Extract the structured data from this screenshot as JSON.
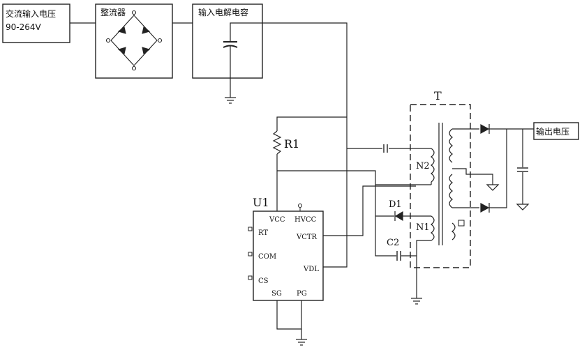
{
  "blocks": {
    "ac_input_label": "交流输入电压",
    "ac_input_range": "90-264V",
    "rectifier_label": "整流器",
    "input_cap_label": "输入电解电容",
    "output_label": "输出电压"
  },
  "components": {
    "transformer": "T",
    "resistor": "R1",
    "ic": "U1",
    "diode": "D1",
    "capacitor": "C2",
    "winding_n2": "N2",
    "winding_n1": "N1"
  },
  "ic_pins": {
    "vcc": "VCC",
    "hvcc": "HVCC",
    "rt": "RT",
    "vctr": "VCTR",
    "com": "COM",
    "vdl": "VDL",
    "cs": "CS",
    "sg": "SG",
    "pg": "PG"
  }
}
